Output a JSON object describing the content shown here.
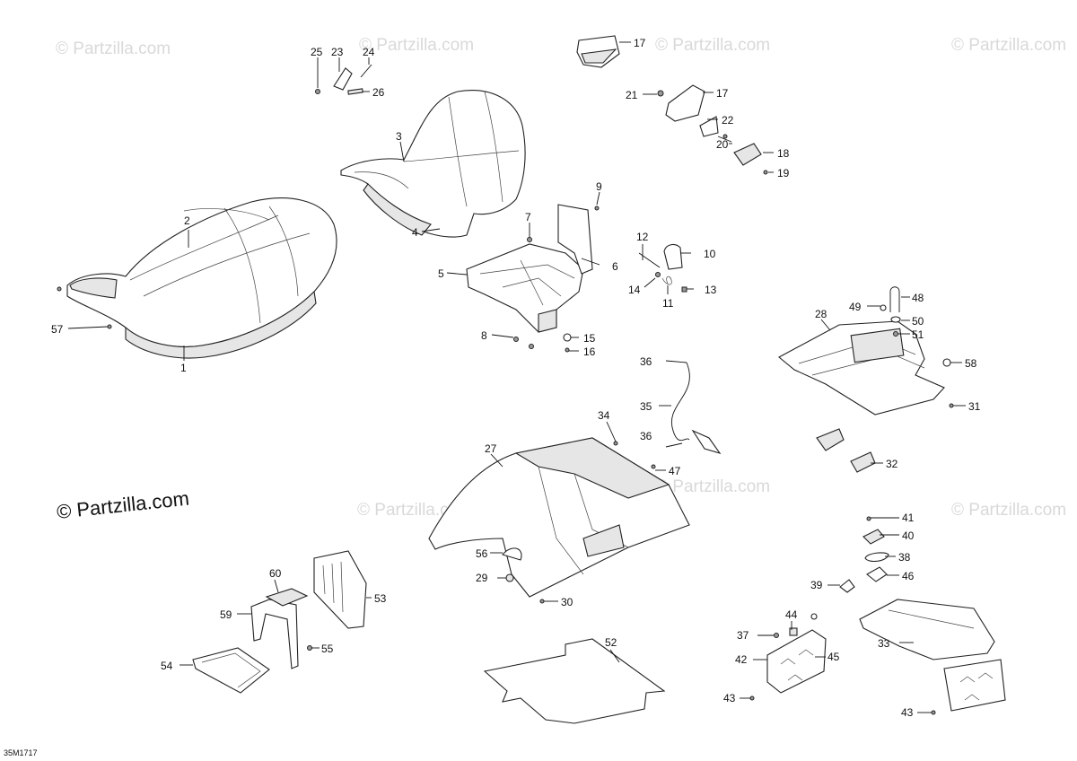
{
  "watermark": {
    "text": "© Partzilla.com",
    "main_text": "© Partzilla.com"
  },
  "reference_code": "35M1717",
  "callouts": {
    "c1": "1",
    "c2": "2",
    "c3": "3",
    "c4": "4",
    "c5": "5",
    "c6": "6",
    "c7": "7",
    "c8": "8",
    "c9": "9",
    "c10": "10",
    "c11": "11",
    "c12": "12",
    "c13": "13",
    "c14": "14",
    "c15": "15",
    "c16": "16",
    "c17a": "17",
    "c17b": "17",
    "c18": "18",
    "c19": "19",
    "c20": "20",
    "c21": "21",
    "c22": "22",
    "c23": "23",
    "c24": "24",
    "c25": "25",
    "c26": "26",
    "c27": "27",
    "c28": "28",
    "c29": "29",
    "c30": "30",
    "c31": "31",
    "c32": "32",
    "c33": "33",
    "c34": "34",
    "c35": "35",
    "c36a": "36",
    "c36b": "36",
    "c37": "37",
    "c38": "38",
    "c39": "39",
    "c40": "40",
    "c41": "41",
    "c42": "42",
    "c43a": "43",
    "c43b": "43",
    "c44": "44",
    "c45": "45",
    "c46": "46",
    "c47": "47",
    "c48": "48",
    "c49": "49",
    "c50": "50",
    "c51": "51",
    "c52": "52",
    "c53": "53",
    "c54": "54",
    "c55": "55",
    "c56": "56",
    "c57": "57",
    "c58": "58",
    "c59": "59",
    "c60": "60"
  }
}
